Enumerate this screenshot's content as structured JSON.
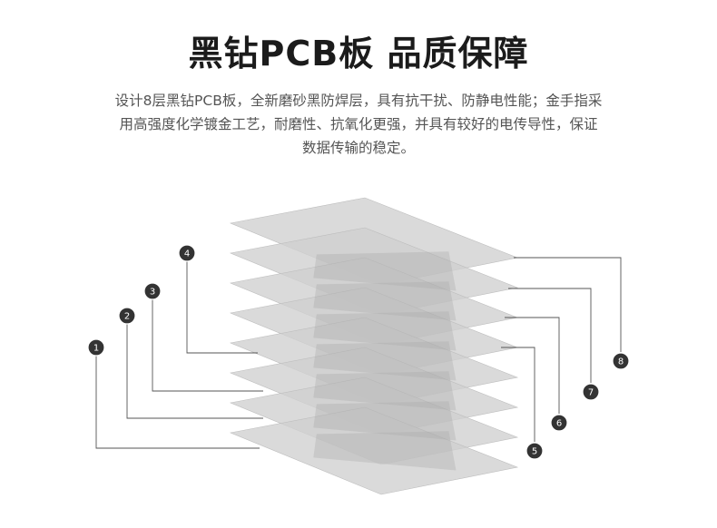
{
  "header": {
    "title": "黑钻PCB板 品质保障",
    "description_lines": [
      "设计8层黑钻PCB板，全新磨砂黑防焊层，具有抗干扰、防静电性能；金手指采",
      "用高强度化学镀金工艺，耐磨性、抗氧化更强，并具有较好的电传导性，保证",
      "数据传输的稳定。"
    ]
  },
  "diagram": {
    "layer_count": 8,
    "layer_color": "#cfcfcf",
    "overlap_color": "#a9a9a9",
    "line_color": "#555555",
    "badge_color": "#333333",
    "left_labels": [
      "1",
      "2",
      "3",
      "4"
    ],
    "right_labels": [
      "5",
      "6",
      "7",
      "8"
    ]
  }
}
